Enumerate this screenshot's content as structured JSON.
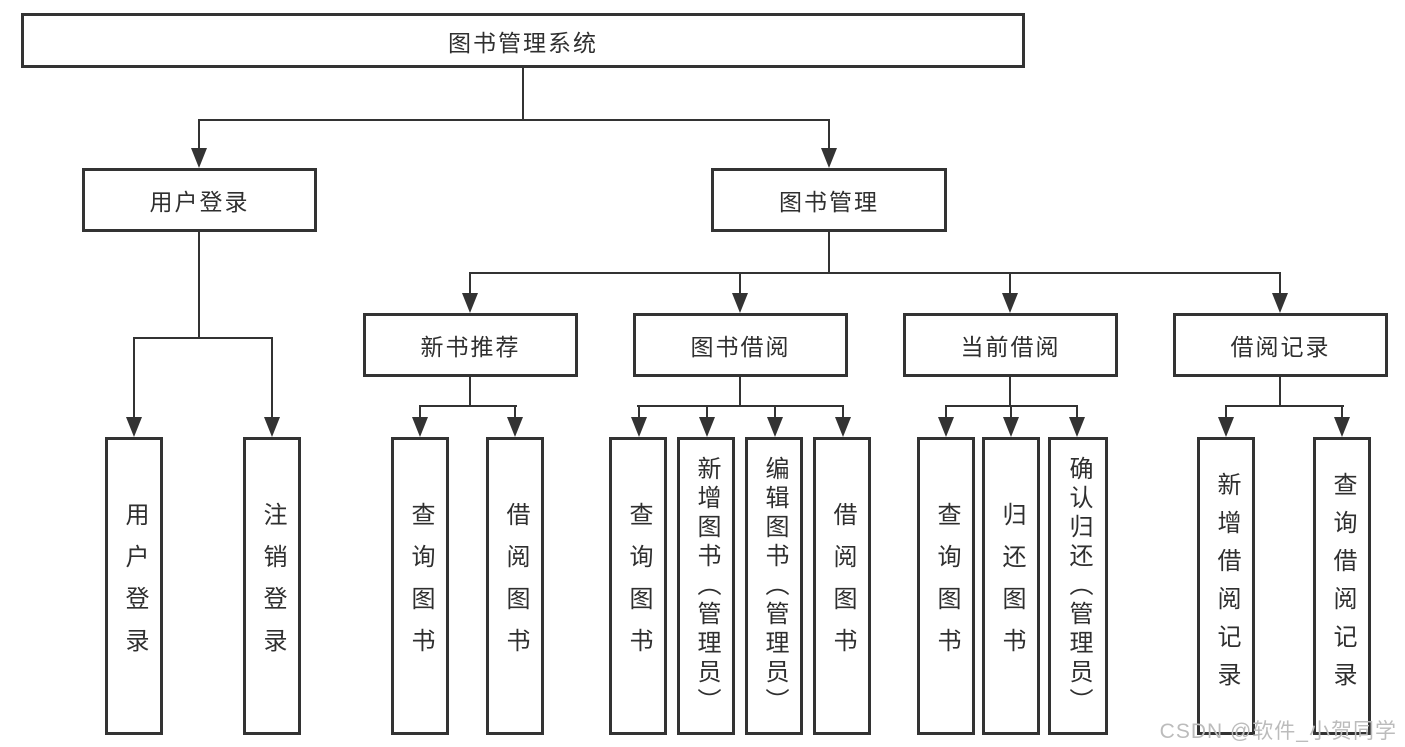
{
  "tree": {
    "root": "图书管理系统",
    "level2": {
      "user_login": "用户登录",
      "book_mgmt": "图书管理"
    },
    "level3": {
      "new_books": "新书推荐",
      "borrow": "图书借阅",
      "current": "当前借阅",
      "records": "借阅记录"
    },
    "leaves": {
      "user_login": [
        "用户登录",
        "注销登录"
      ],
      "new_books": [
        "查询图书",
        "借阅图书"
      ],
      "borrow": [
        "查询图书",
        "新增图书（管理员）",
        "编辑图书（管理员）",
        "借阅图书"
      ],
      "current": [
        "查询图书",
        "归还图书",
        "确认归还（管理员）"
      ],
      "records": [
        "新增借阅记录",
        "查询借阅记录"
      ]
    }
  },
  "watermark": "CSDN @软件_小贺同学",
  "colors": {
    "line": "#333333",
    "text": "#2f2f2f",
    "watermark": "#bcbcbc",
    "background": "#ffffff"
  }
}
